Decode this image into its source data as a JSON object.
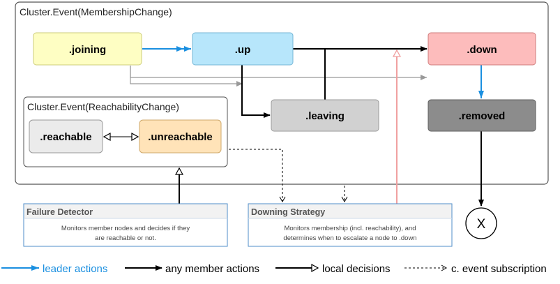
{
  "outer_container": {
    "title": "Cluster.Event(MembershipChange)"
  },
  "reachability_container": {
    "title": "Cluster.Event(ReachabilityChange)"
  },
  "states": {
    "joining": {
      "label": ".joining",
      "fill": "#fefec3",
      "stroke": "#cdcd7a"
    },
    "up": {
      "label": ".up",
      "fill": "#b7e6fb",
      "stroke": "#74b6d6"
    },
    "down": {
      "label": ".down",
      "fill": "#fdbcbc",
      "stroke": "#cf7d7d"
    },
    "leaving": {
      "label": ".leaving",
      "fill": "#d1d1d1",
      "stroke": "#9a9a9a"
    },
    "removed": {
      "label": ".removed",
      "fill": "#8c8c8c",
      "stroke": "#5f5f5f"
    },
    "reachable": {
      "label": ".reachable",
      "fill": "#ebebeb",
      "stroke": "#9a9a9a"
    },
    "unreachable": {
      "label": ".unreachable",
      "fill": "#ffe3b8",
      "stroke": "#cfa96b"
    }
  },
  "exit_node": {
    "label": "X"
  },
  "info_boxes": {
    "failure_detector": {
      "title": "Failure Detector",
      "line1": "Monitors member nodes and decides if they",
      "line2": "are reachable or not."
    },
    "downing_strategy": {
      "title": "Downing Strategy",
      "line1": "Monitors membership (incl. reachability), and",
      "line2": "determines when to escalate a node to .down"
    }
  },
  "legend": {
    "leader_actions": "leader actions",
    "any_member_actions": "any member actions",
    "local_decisions": "local decisions",
    "event_subscription": "c. event subscription"
  },
  "colors": {
    "leader": "#1a8fe0",
    "member": "#000000",
    "gray_arrow": "#999999",
    "downing_arrow": "#f0a0a0",
    "info_border": "#4f8ec9",
    "info_title_bg": "#f2f2f2"
  }
}
